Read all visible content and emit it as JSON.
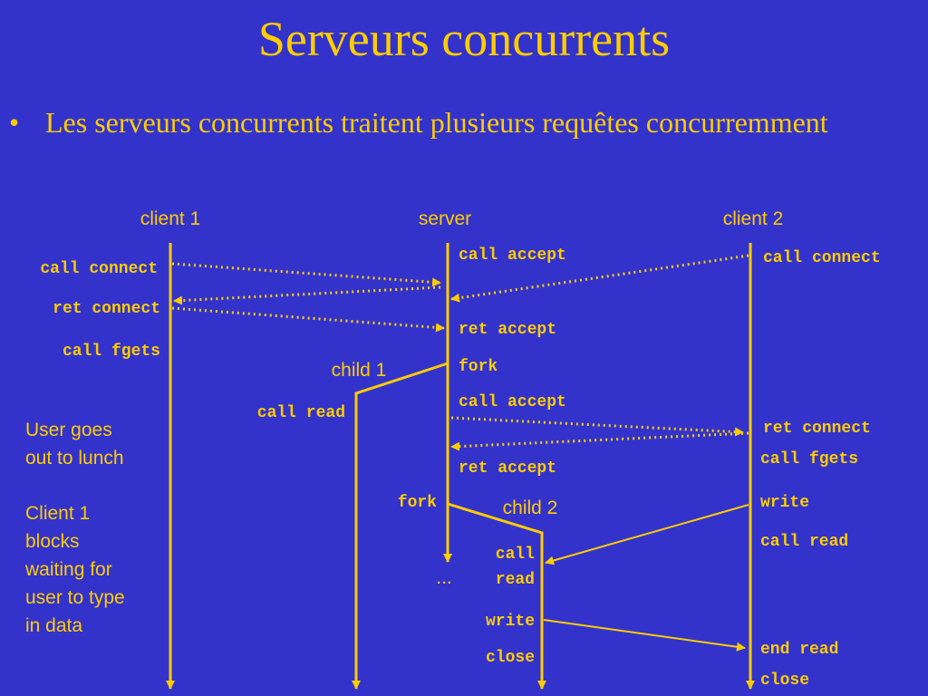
{
  "title": "Serveurs concurrents",
  "bullet": {
    "marker": "•",
    "text": "Les serveurs concurrents traitent plusieurs requêtes concurremment"
  },
  "columns": {
    "client1": "client 1",
    "server": "server",
    "client2": "client 2"
  },
  "child_labels": {
    "child1": "child 1",
    "child2": "child 2"
  },
  "client1_events": {
    "call_connect": "call connect",
    "ret_connect": "ret connect",
    "call_fgets": "call fgets"
  },
  "server_events": {
    "call_accept_1": "call accept",
    "ret_accept_1": "ret accept",
    "fork_1": "fork",
    "call_accept_2": "call accept",
    "ret_accept_2": "ret accept",
    "fork_2": "fork",
    "ellipsis": "..."
  },
  "child1_events": {
    "call_read": "call read"
  },
  "child2_events": {
    "call_read_line1": "call",
    "call_read_line2": "read",
    "write": "write",
    "close": "close"
  },
  "client2_events": {
    "call_connect": "call connect",
    "ret_connect": "ret connect",
    "call_fgets": "call fgets",
    "write": "write",
    "call_read": "call read",
    "end_read": "end read",
    "close": "close"
  },
  "notes": {
    "lunch": "User goes\nout to lunch",
    "blocks": "Client 1\nblocks\nwaiting for\nuser to type\nin data"
  },
  "colors": {
    "background": "#3333cc",
    "accent": "#ffcc00"
  }
}
